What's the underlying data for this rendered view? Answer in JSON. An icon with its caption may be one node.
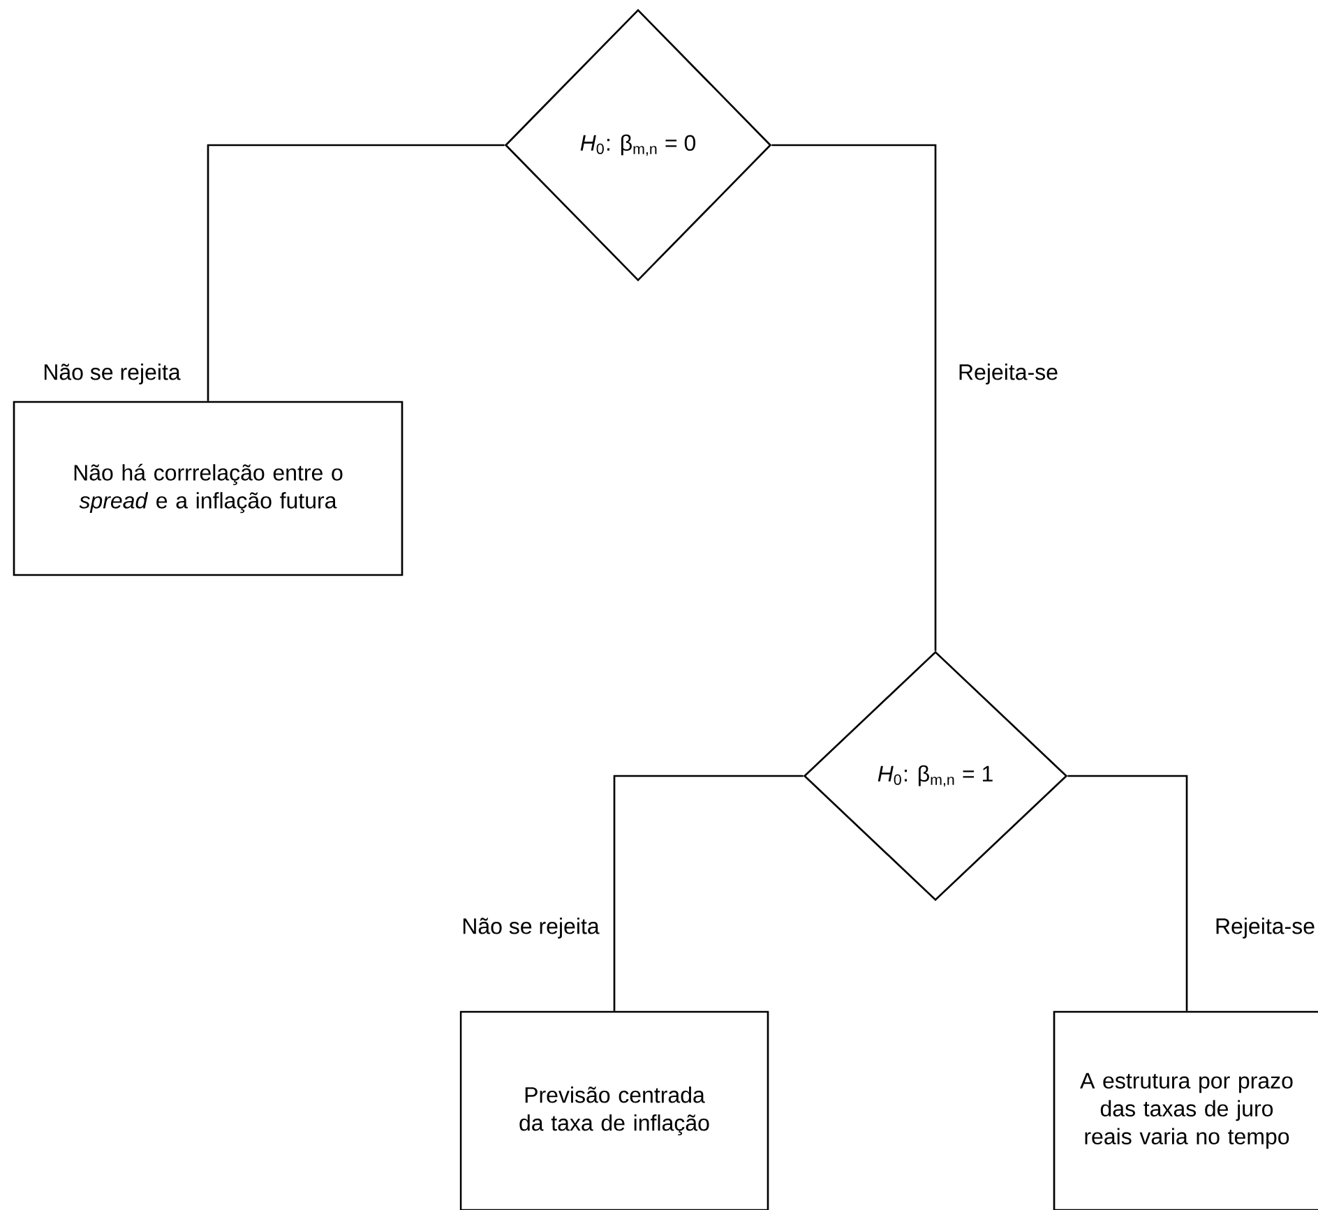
{
  "diagram": {
    "nodes": [
      {
        "text": [
          "*H*$_{0}$: β$_{m,n}$ = 0"
        ]
      },
      {
        "text": [
          "Não há corrrelação entre o *spread* e a inflação futura"
        ]
      },
      {
        "text": [
          "*H*$_{0}$: β$_{m,n}$ = 1"
        ]
      },
      {
        "text": [
          "Previsão centrada da taxa de inflação"
        ]
      },
      {
        "text": [
          "A estrutura por prazo das taxas de juro reais varia no tempo"
        ]
      }
    ],
    "edges": [
      {
        "from": 0,
        "to": 1,
        "arrow": "none",
        "label": "Não se rejeita"
      },
      {
        "from": 0,
        "to": 2,
        "arrow": "none",
        "label": "Rejeita-se"
      },
      {
        "from": 2,
        "to": 3,
        "arrow": "none",
        "label": "Não se rejeita"
      },
      {
        "from": 2,
        "to": 4,
        "arrow": "none",
        "label": "Rejeita-se"
      }
    ]
  }
}
